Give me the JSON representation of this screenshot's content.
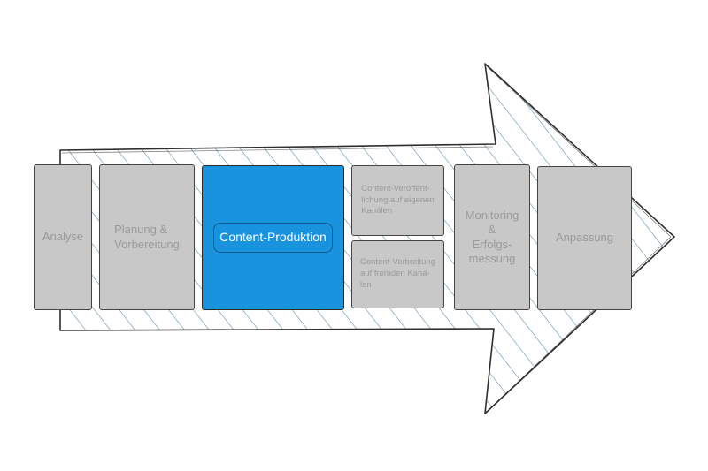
{
  "diagram": {
    "colors": {
      "box_fill": "#c8c8c8",
      "box_text": "#9a9a9a",
      "highlight_fill": "#1a93de",
      "highlight_text": "#ffffff",
      "hatch": "#3b6f8f"
    },
    "steps": [
      {
        "label": "Analyse"
      },
      {
        "label": "Planung &\nVorbereitung"
      },
      {
        "label": "Content-Produktion",
        "highlighted": true
      },
      {
        "label": "Content-Veröffent-\nlichung auf eigenen\nKanälen"
      },
      {
        "label": "Content-Verbreitung\nauf fremden Kanä-\nlen"
      },
      {
        "label": "Monitoring\n&\nErfolgs-\nmessung"
      },
      {
        "label": "Anpassung"
      }
    ]
  }
}
